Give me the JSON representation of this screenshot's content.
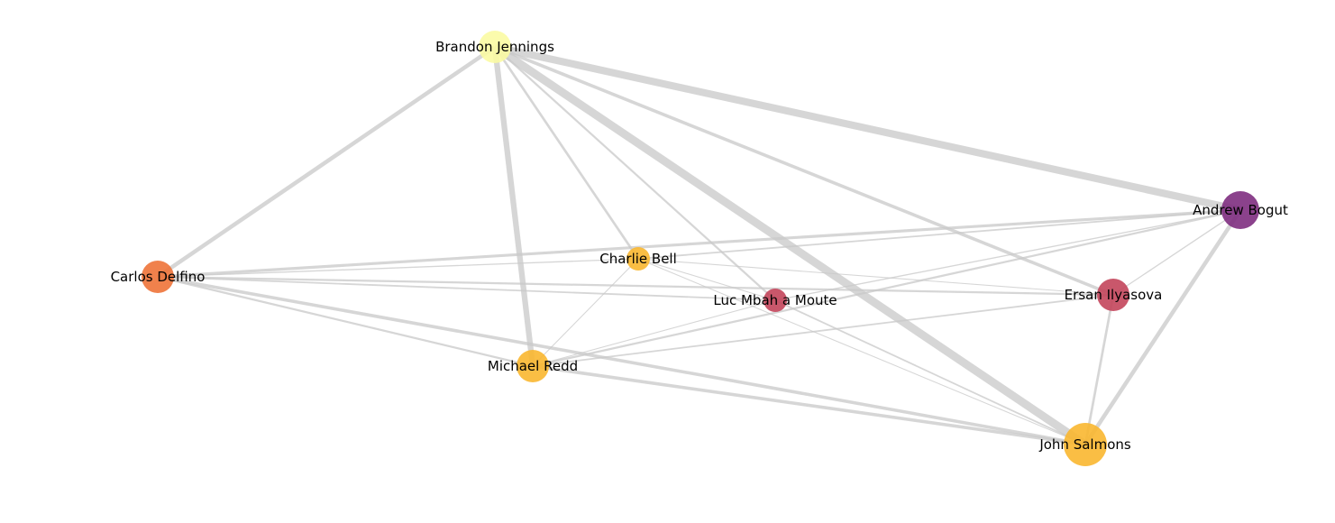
{
  "graph": {
    "nodes": [
      {
        "id": "brandon",
        "label": "Brandon Jennings",
        "color": "#fbfba3",
        "size": "medium"
      },
      {
        "id": "andrew",
        "label": "Andrew Bogut",
        "color": "#7e2d80",
        "size": "large"
      },
      {
        "id": "carlos",
        "label": "Carlos Delfino",
        "color": "#ee7338",
        "size": "medium"
      },
      {
        "id": "charlie",
        "label": "Charlie Bell",
        "color": "#f9b730",
        "size": "small"
      },
      {
        "id": "luc",
        "label": "Luc Mbah a Moute",
        "color": "#c3455b",
        "size": "small"
      },
      {
        "id": "ersan",
        "label": "Ersan Ilyasova",
        "color": "#c3455b",
        "size": "medium"
      },
      {
        "id": "michael",
        "label": "Michael Redd",
        "color": "#f9b730",
        "size": "medium"
      },
      {
        "id": "john",
        "label": "John Salmons",
        "color": "#f9b730",
        "size": "xlarge"
      }
    ],
    "edges": [
      {
        "source": "brandon",
        "target": "andrew",
        "weight": 9
      },
      {
        "source": "brandon",
        "target": "john",
        "weight": 10
      },
      {
        "source": "brandon",
        "target": "carlos",
        "weight": 5
      },
      {
        "source": "brandon",
        "target": "michael",
        "weight": 7
      },
      {
        "source": "brandon",
        "target": "ersan",
        "weight": 4
      },
      {
        "source": "brandon",
        "target": "charlie",
        "weight": 3
      },
      {
        "source": "brandon",
        "target": "luc",
        "weight": 2.5
      },
      {
        "source": "andrew",
        "target": "carlos",
        "weight": 3.5
      },
      {
        "source": "andrew",
        "target": "john",
        "weight": 5
      },
      {
        "source": "andrew",
        "target": "ersan",
        "weight": 1.5
      },
      {
        "source": "andrew",
        "target": "michael",
        "weight": 2.5
      },
      {
        "source": "andrew",
        "target": "charlie",
        "weight": 2
      },
      {
        "source": "andrew",
        "target": "luc",
        "weight": 1.5
      },
      {
        "source": "carlos",
        "target": "john",
        "weight": 4
      },
      {
        "source": "carlos",
        "target": "michael",
        "weight": 2.5
      },
      {
        "source": "carlos",
        "target": "ersan",
        "weight": 2.5
      },
      {
        "source": "carlos",
        "target": "luc",
        "weight": 2
      },
      {
        "source": "carlos",
        "target": "charlie",
        "weight": 1.5
      },
      {
        "source": "michael",
        "target": "john",
        "weight": 4
      },
      {
        "source": "michael",
        "target": "ersan",
        "weight": 2
      },
      {
        "source": "michael",
        "target": "charlie",
        "weight": 1.2
      },
      {
        "source": "michael",
        "target": "luc",
        "weight": 1.2
      },
      {
        "source": "john",
        "target": "ersan",
        "weight": 3
      },
      {
        "source": "john",
        "target": "luc",
        "weight": 2
      },
      {
        "source": "john",
        "target": "charlie",
        "weight": 1.2
      },
      {
        "source": "charlie",
        "target": "ersan",
        "weight": 1.2
      },
      {
        "source": "charlie",
        "target": "luc",
        "weight": 1.2
      }
    ]
  }
}
